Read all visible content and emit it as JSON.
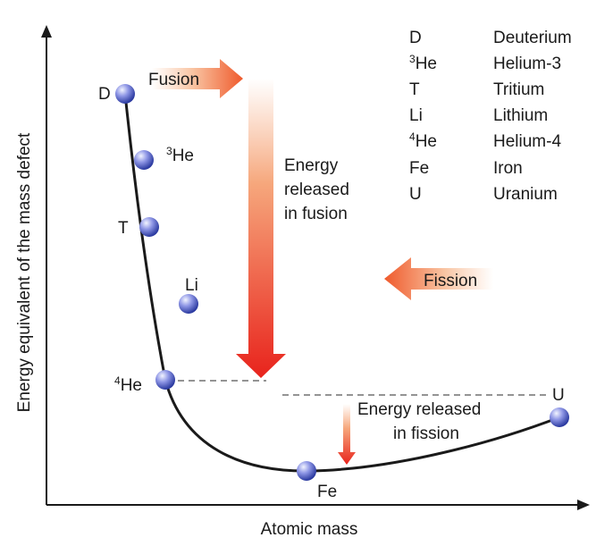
{
  "axes": {
    "y_label": "Energy equivalent of the mass defect",
    "x_label": "Atomic mass"
  },
  "arrows": {
    "fusion_label": "Fusion",
    "fission_label": "Fission",
    "fusion_energy_label": [
      "Energy",
      "released",
      "in fusion"
    ],
    "fission_energy_label": [
      "Energy released",
      "in fission"
    ]
  },
  "points": [
    {
      "id": "D",
      "label": "D"
    },
    {
      "id": "he3",
      "label_sup": "3",
      "label": "He"
    },
    {
      "id": "T",
      "label": "T"
    },
    {
      "id": "Li",
      "label": "Li"
    },
    {
      "id": "he4",
      "label_sup": "4",
      "label": "He"
    },
    {
      "id": "Fe",
      "label": "Fe"
    },
    {
      "id": "U",
      "label": "U"
    }
  ],
  "legend": [
    {
      "sym": "D",
      "sup": "",
      "name": "Deuterium"
    },
    {
      "sym": "He",
      "sup": "3",
      "name": "Helium-3"
    },
    {
      "sym": "T",
      "sup": "",
      "name": "Tritium"
    },
    {
      "sym": "Li",
      "sup": "",
      "name": "Lithium"
    },
    {
      "sym": "He",
      "sup": "4",
      "name": "Helium-4"
    },
    {
      "sym": "Fe",
      "sup": "",
      "name": "Iron"
    },
    {
      "sym": "U",
      "sup": "",
      "name": "Uranium"
    }
  ],
  "colors": {
    "ball_light": "#d7dcff",
    "ball_dark": "#2b3aa0",
    "arrow_red": "#e8231c",
    "arrow_orange": "#f6a77c",
    "curve": "#1a1a1a"
  }
}
